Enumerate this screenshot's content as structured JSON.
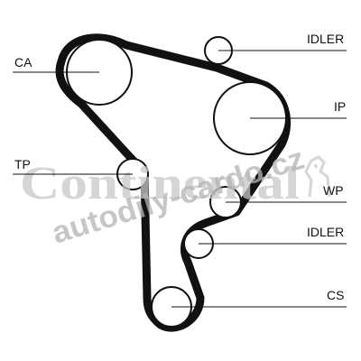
{
  "labels": {
    "ca": "CA",
    "idler_top": "IDLER",
    "ip": "IP",
    "tp": "TP",
    "wp": "WP",
    "idler_bottom": "IDLER",
    "cs": "CS"
  },
  "watermark": {
    "brand": "Continental",
    "url": "autodily-cardo.cz",
    "logo_icon": "horse-icon"
  },
  "colors": {
    "ink": "#111111",
    "watermark": "#c8c8c8",
    "background": "#ffffff"
  }
}
